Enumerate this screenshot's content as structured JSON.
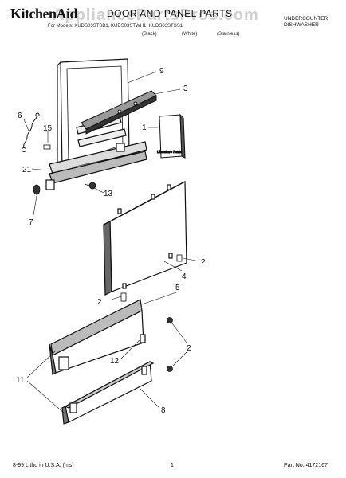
{
  "header": {
    "brand": "KitchenAid",
    "title": "DOOR AND PANEL PARTS",
    "model_line": "For Models: KUDS03STSB1, KUDS03STWH1, KUDS03STSS1",
    "color_1": "(Black)",
    "color_2": "(White)",
    "color_3": "(Stainless)",
    "product_line_1": "UNDERCOUNTER",
    "product_line_2": "DISHWASHER"
  },
  "watermark": "AppliancePartsPros.com",
  "diagram": {
    "literature_label": "Literature Parts",
    "callouts": {
      "c9": "9",
      "c3": "3",
      "c6": "6",
      "c15": "15",
      "c1": "1",
      "c21": "21",
      "c13": "13",
      "c7": "7",
      "c2a": "2",
      "c4": "4",
      "c5": "5",
      "c2b": "2",
      "c2c": "2",
      "c12": "12",
      "c11": "11",
      "c8": "8"
    }
  },
  "footer": {
    "left": "8-99 Litho in U.S.A. (ms)",
    "center": "1",
    "right": "Part No. 4172167"
  },
  "colors": {
    "ink": "#111111",
    "shade": "#555555",
    "paper": "#ffffff"
  }
}
